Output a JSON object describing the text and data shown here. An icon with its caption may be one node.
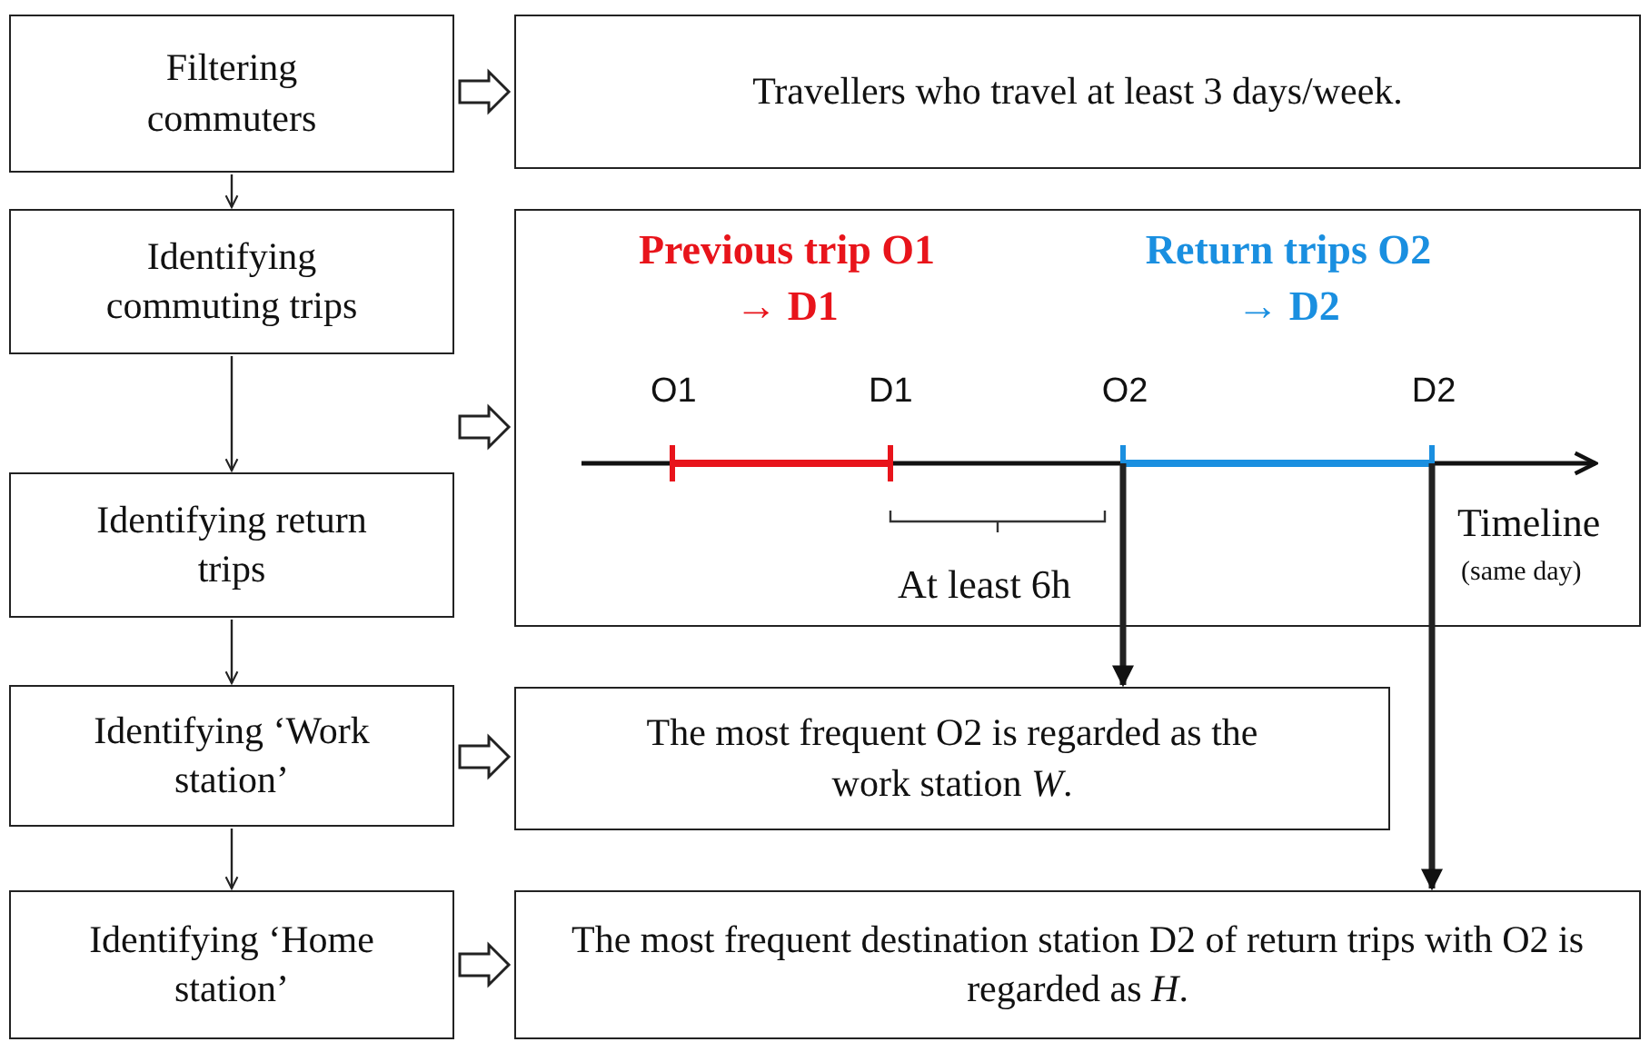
{
  "diagram": {
    "nodes": [
      {
        "text": [
          "Filtering commuters"
        ]
      },
      {
        "text": [
          "Travellers who travel at least 3 days/week."
        ]
      },
      {
        "text": [
          "Identifying commuting trips"
        ]
      },
      {
        "text": [
          "Identifying return trips"
        ]
      },
      {
        "text": [
          "Previous trip O1 → D1",
          "Return trips O2 → D2"
        ]
      },
      {
        "text": [
          "O2"
        ],
        "in": 4
      },
      {
        "text": [
          "D2"
        ],
        "in": 4
      },
      {
        "text": [
          "Identifying ‘Work station’"
        ]
      },
      {
        "text": [
          "The most frequent O2 is regarded as the work station *W*."
        ]
      },
      {
        "text": [
          "Identifying ‘Home station’"
        ]
      },
      {
        "text": [
          "The most frequent destination station D2 of return trips with O2 is regarded as *H*."
        ]
      }
    ],
    "edges": [
      {
        "from": 0,
        "to": 1,
        "arrow": "to"
      },
      {
        "from": 0,
        "to": 2,
        "arrow": "to"
      },
      {
        "from": 2,
        "to": 3,
        "arrow": "to"
      },
      {
        "from": 2,
        "to": 4,
        "arrow": "to"
      },
      {
        "from": 3,
        "to": 4,
        "arrow": "to"
      },
      {
        "from": 3,
        "to": 7,
        "arrow": "to"
      },
      {
        "from": 7,
        "to": 8,
        "arrow": "to"
      },
      {
        "from": 5,
        "to": 8,
        "arrow": "to",
        "style": "thick"
      },
      {
        "from": 7,
        "to": 9,
        "arrow": "to"
      },
      {
        "from": 9,
        "to": 10,
        "arrow": "to"
      },
      {
        "from": 6,
        "to": 10,
        "arrow": "to",
        "style": "thick"
      }
    ],
    "labels": [
      "O1",
      "D1",
      "Timeline",
      "At least 6h",
      "(same day)"
    ]
  }
}
